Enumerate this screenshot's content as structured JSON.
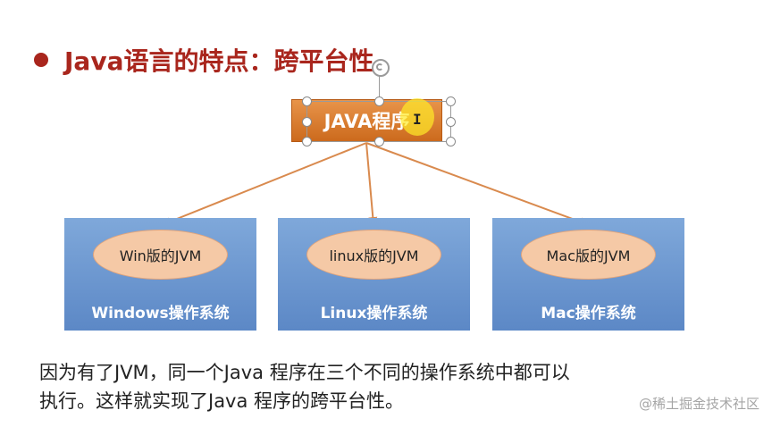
{
  "title": "Java语言的特点：跨平台性",
  "program_label": "JAVA程序",
  "platforms": [
    {
      "jvm": "Win版的JVM",
      "os": "Windows操作系统"
    },
    {
      "jvm": "linux版的JVM",
      "os": "Linux操作系统"
    },
    {
      "jvm": "Mac版的JVM",
      "os": "Mac操作系统"
    }
  ],
  "caption_lines": [
    "因为有了JVM，同一个Java 程序在三个不同的操作系统中都可以",
    "执行。这样就实现了Java 程序的跨平台性。"
  ],
  "watermark": "@稀土掘金技术社区",
  "colors": {
    "title": "#a9261d",
    "program_box": "#d97a2a",
    "os_box": "#6d96cf",
    "jvm_ellipse": "#f5c9a6",
    "arrow": "#d98a4e"
  }
}
